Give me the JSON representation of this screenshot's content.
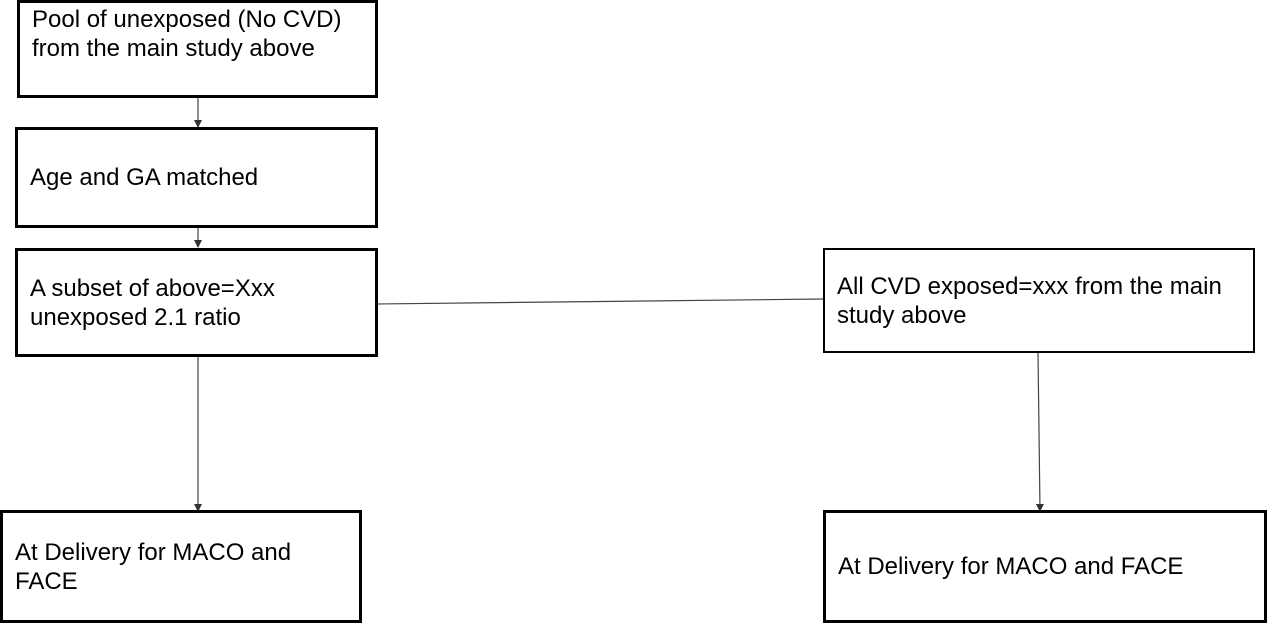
{
  "flowchart": {
    "boxes": {
      "pool": "Pool of unexposed (No CVD) from the main study above",
      "matched": "Age and GA matched",
      "subset": "A subset of above=Xxx unexposed 2.1 ratio",
      "exposed": "All CVD exposed=xxx from the main study above",
      "delivery_left": "At Delivery for MACO and FACE",
      "delivery_right": "At Delivery for MACO and FACE"
    }
  }
}
